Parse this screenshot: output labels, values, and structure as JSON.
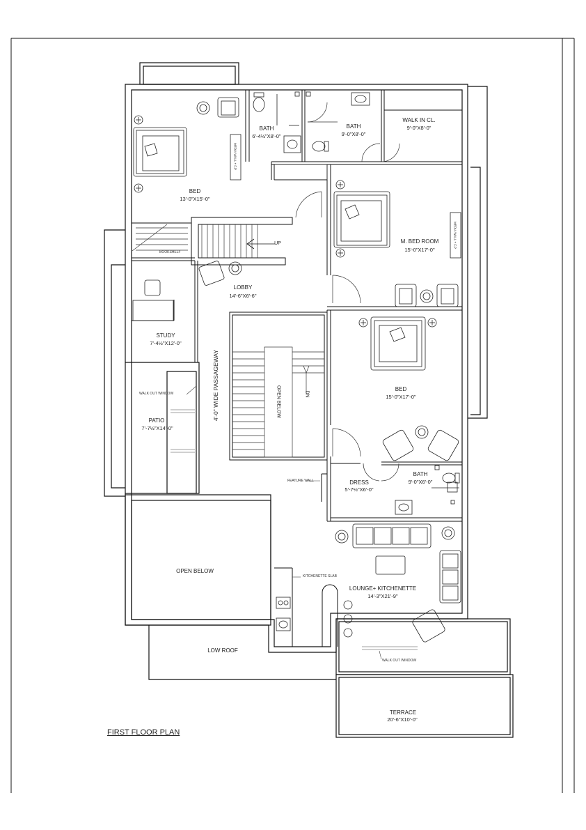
{
  "plan_title": "FIRST FLOOR PLAN",
  "rooms": {
    "bed1": {
      "name": "BED",
      "dim": "13'-0\"X15'-0\""
    },
    "bath1": {
      "name": "BATH",
      "dim": "6'-4½\"X8'-0\""
    },
    "bath2": {
      "name": "BATH",
      "dim": "9'-0\"X8'-0\""
    },
    "walkin": {
      "name": "WALK IN CL.",
      "dim": "9'-0\"X8'-0\""
    },
    "master": {
      "name": "M. BED ROOM",
      "dim": "15'-0\"X17'-0\""
    },
    "lobby": {
      "name": "LOBBY",
      "dim": "14'-6\"X6'-6\""
    },
    "study": {
      "name": "STUDY",
      "dim": "7'-4½\"X12'-0\""
    },
    "patio": {
      "name": "PATIO",
      "dim": "7'-7½\"X14'-0\""
    },
    "bed3": {
      "name": "BED",
      "dim": "15'-0\"X17'-0\""
    },
    "dress": {
      "name": "DRESS",
      "dim": "5'-7½\"X6'-0\""
    },
    "bath3": {
      "name": "BATH",
      "dim": "9'-0\"X6'-0\""
    },
    "lounge": {
      "name": "LOUNGE+ KITCHENETTE",
      "dim": "14'-3\"X21'-9\""
    },
    "terrace": {
      "name": "TERRACE",
      "dim": "20'-6\"X10'-0\""
    }
  },
  "labels": {
    "open_below_left": "OPEN BELOW",
    "open_below_stair": "OPEN BELOW",
    "low_roof": "LOW ROOF",
    "passageway": "4'-0\" WIDE PASSAGEWAY",
    "up": "UP",
    "dn": "DN",
    "bookshelf": "BOOKSHELF",
    "walk_out_window_1": "WALK OUT WINDOW",
    "walk_out_window_2": "WALK OUT WINDOW",
    "feature_wall": "FEATURE WALL",
    "kitchenette_slab": "KITCHENETTE SLAB",
    "media_wall_1": "MEDIA WALL + F.P",
    "media_wall_2": "MEDIA WALL + F.P"
  },
  "colors": {
    "line": "#111111",
    "thin": "#555555"
  }
}
